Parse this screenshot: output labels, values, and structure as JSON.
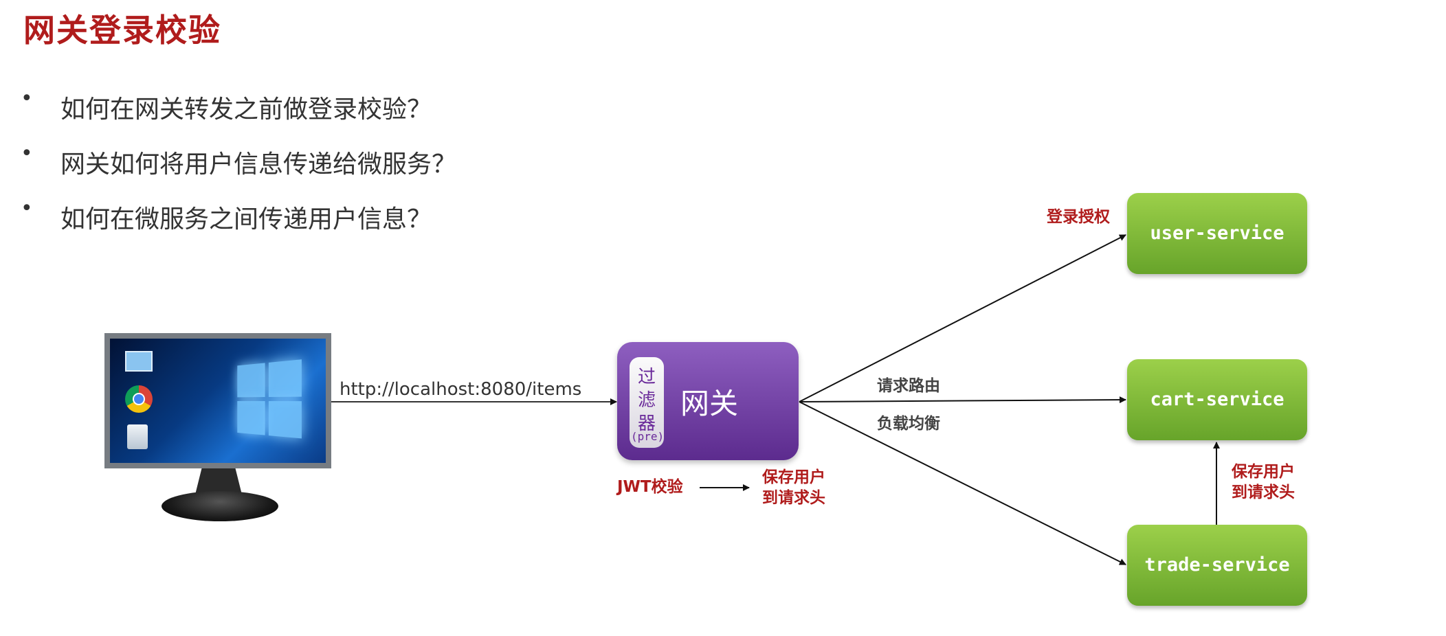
{
  "title": "网关登录校验",
  "bullets": [
    "如何在网关转发之前做登录校验？",
    "网关如何将用户信息传递给微服务？",
    "如何在微服务之间传递用户信息？"
  ],
  "bullet_char": "•",
  "url": "http://localhost:8080/items",
  "gateway": {
    "filter_label": "过滤器",
    "filter_sub": "(pre)",
    "label": "网关"
  },
  "notes": {
    "jwt": "JWT校验",
    "save_user": "保存用户\n到请求头",
    "login_auth": "登录授权",
    "route": "请求路由",
    "balance": "负载均衡",
    "save_user2": "保存用户\n到请求头"
  },
  "services": {
    "user": "user-service",
    "cart": "cart-service",
    "trade": "trade-service"
  },
  "colors": {
    "title": "#b01c1c",
    "gateway": "#7b4bb0",
    "service": "#80bb38",
    "note": "#b01c1c"
  }
}
